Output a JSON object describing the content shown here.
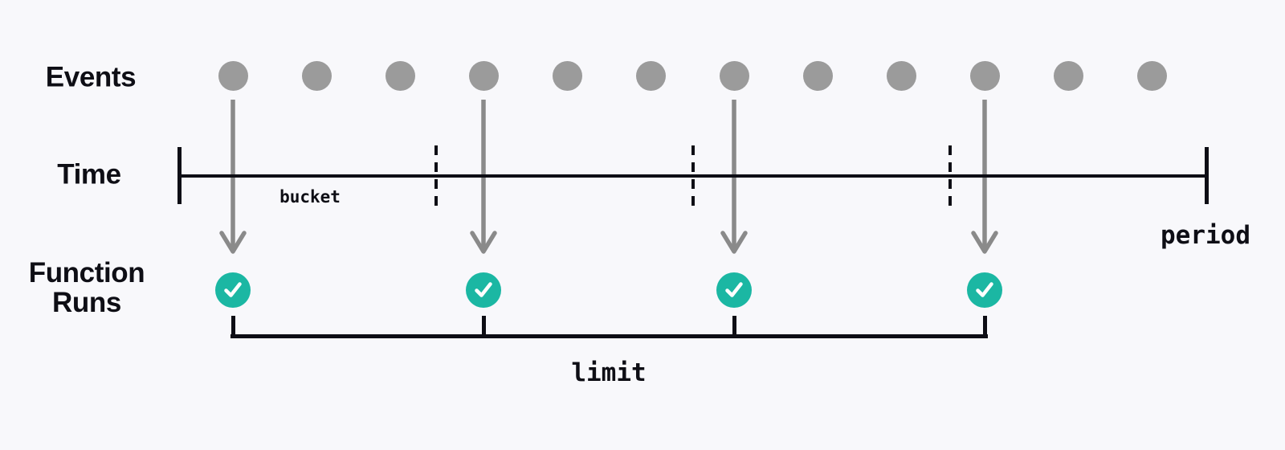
{
  "figure": {
    "labels": {
      "events": "Events",
      "time": "Time",
      "runs_line1": "Function",
      "runs_line2": "Runs",
      "bucket": "bucket",
      "period": "period",
      "limit": "limit"
    },
    "events": {
      "count": 12,
      "processed_indices": [
        0,
        3,
        6,
        9
      ]
    },
    "timeline": {
      "bucket_count": 4
    },
    "runs": {
      "count": 4,
      "status": "success-check"
    },
    "colors": {
      "background": "#f8f8fb",
      "ink": "#0e0e15",
      "event_dot": "#9b9b9b",
      "arrow": "#8a8a8a",
      "run_circle": "#1bb7a3",
      "check": "#ffffff"
    }
  }
}
